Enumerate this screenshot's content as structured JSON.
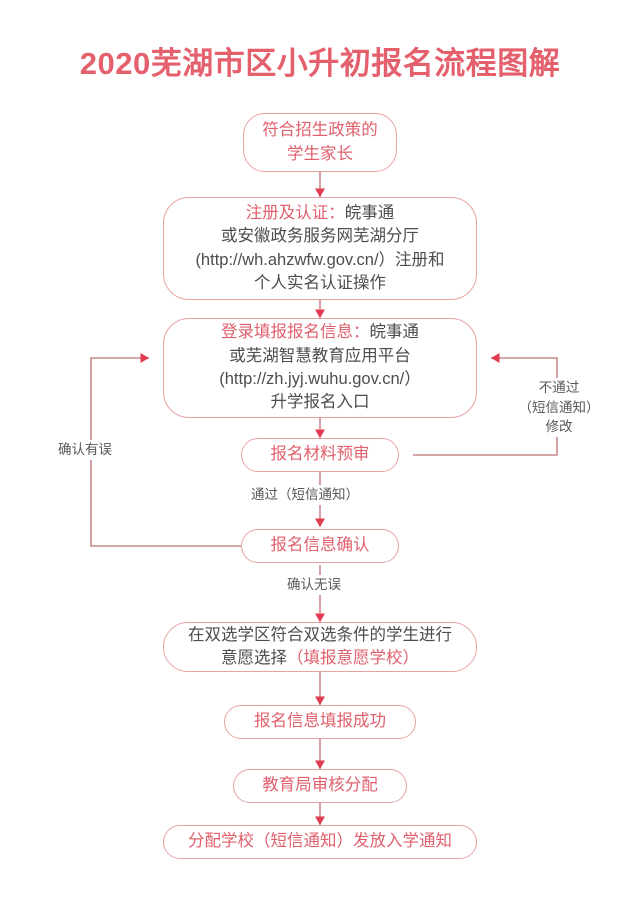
{
  "page": {
    "title": "2020芜湖市区小升初报名流程图解",
    "accent_color": "#e0606d",
    "border_color": "#e8a4a4",
    "text_color": "#4d4d4d",
    "background": "#ffffff"
  },
  "nodes": {
    "start": {
      "line1": "符合招生政策的",
      "line2": "学生家长"
    },
    "register": {
      "line1_hl": "注册及认证：",
      "line1_rest": "皖事通",
      "line2": "或安徽政务服务网芜湖分厅",
      "line3": "(http://wh.ahzwfw.gov.cn/）注册和",
      "line4": "个人实名认证操作"
    },
    "login": {
      "line1_hl": "登录填报报名信息：",
      "line1_rest": "皖事通",
      "line2": "或芜湖智慧教育应用平台",
      "line3": "(http://zh.jyj.wuhu.gov.cn/）",
      "line4": "升学报名入口"
    },
    "prereview": {
      "label": "报名材料预审"
    },
    "confirm": {
      "label": "报名信息确认"
    },
    "dualchoice": {
      "line1": "在双选学区符合双选条件的学生进行",
      "line2_rest": "意愿选择",
      "line2_hl": "（填报意愿学校）"
    },
    "success": {
      "label": "报名信息填报成功"
    },
    "bureau": {
      "label": "教育局审核分配"
    },
    "assign": {
      "label": "分配学校（短信通知）发放入学通知"
    }
  },
  "edge_labels": {
    "confirm_error": "确认有误",
    "reject_l1": "不通过",
    "reject_l2": "（短信通知）",
    "reject_l3": "修改",
    "pass": "通过（短信通知）",
    "confirm_ok": "确认无误"
  }
}
